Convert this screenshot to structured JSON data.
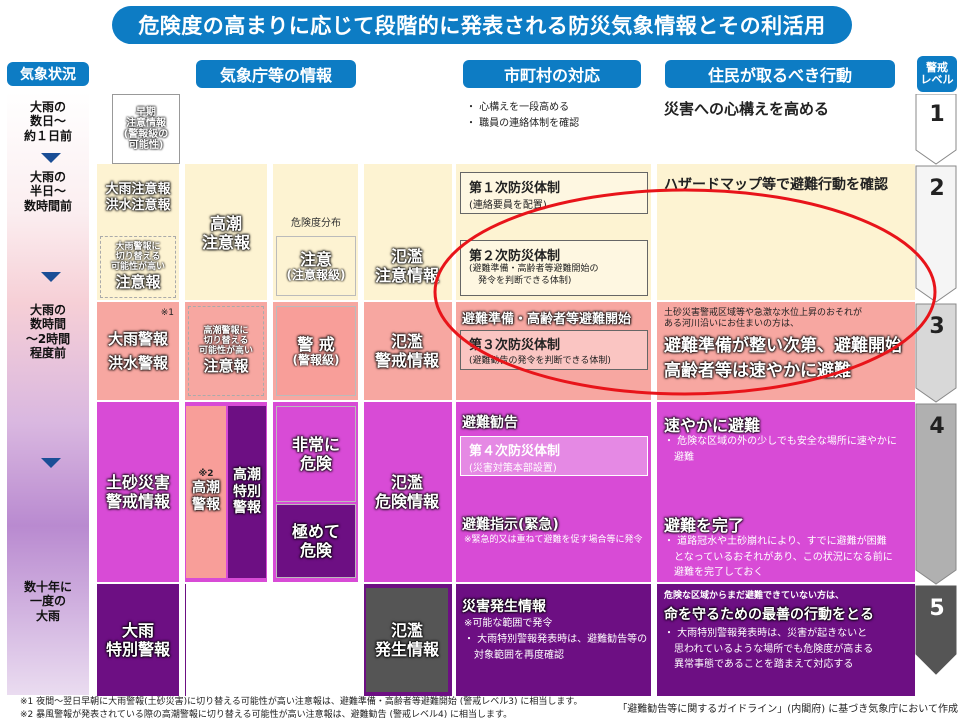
{
  "title": "危険度の高まりに応じて段階的に発表される防災気象情報とその利活用",
  "headers": {
    "situation": "気象状況",
    "jma": "気象庁等の情報",
    "municipality": "市町村の対応",
    "residents": "住民が取るべき行動",
    "level": "警戒\nレベル"
  },
  "situations": [
    "大雨の\n数日～\n約１日前",
    "大雨の\n半日～\n数時間前",
    "大雨の\n数時間\n～2時間\n程度前",
    "数十年に\n一度の\n大雨"
  ],
  "levels": [
    "1",
    "2",
    "3",
    "4",
    "5"
  ],
  "jma": {
    "early": "早期\n注意情報\n(警報級の\n可能性)",
    "heavy_advisory": "大雨注意報\n洪水注意報",
    "storm_small": "大雨警報に\n切り替える\n可能性が高い",
    "storm_advisory": "注意報",
    "tide_advisory": "高潮\n注意報",
    "risk_map": "危険度分布",
    "caution": "注意",
    "caution_sub": "(注意報級)",
    "flood_caution": "氾濫\n注意情報",
    "note1": "※1",
    "heavy_warning": "大雨警報\n洪水警報",
    "tide_small": "高潮警報に\n切り替える\n可能性が高い",
    "tide_advisory2": "注意報",
    "warning": "警 戒",
    "warning_sub": "(警報級)",
    "flood_warning": "氾濫\n警戒情報",
    "sediment_warning": "土砂災害\n警戒情報",
    "note2": "※2",
    "tide_warning": "高潮\n警報",
    "tide_special": "高潮\n特別\n警報",
    "very_high": "非常に\n危険",
    "extreme": "極めて\n危険",
    "flood_danger": "氾濫\n危険情報",
    "heavy_special": "大雨\n特別警報",
    "flood_occur": "氾濫\n発生情報"
  },
  "municipality": {
    "l1_bullets": [
      "・ 心構えを一段高める",
      "・ 職員の連絡体制を確認"
    ],
    "l2a_title": "第１次防災体制",
    "l2a_sub": "(連絡要員を配置)",
    "l2b_title": "第２次防災体制",
    "l2b_sub": "(避難準備・高齢者等避難開始の\n　発令を判断できる体制)",
    "l3_head": "避難準備・高齢者等避難開始",
    "l3_title": "第３次防災体制",
    "l3_sub": "(避難勧告の発令を判断できる体制)",
    "l4_head": "避難勧告",
    "l4_title": "第４次防災体制",
    "l4_sub": "(災害対策本部設置)",
    "l4b_head": "避難指示(緊急)",
    "l4b_note": "※緊急的又は重ねて避難を促す場合等に発令",
    "l5_head": "災害発生情報",
    "l5_note": "※可能な範囲で発令",
    "l5_bullets": [
      "・ 大雨特別警報発表時は、避難勧告等の",
      "　対象範囲を再度確認"
    ]
  },
  "residents": {
    "l1": "災害への心構えを高める",
    "l2": "ハザードマップ等で避難行動を確認",
    "l3_small": "土砂災害警戒区域等や急激な水位上昇のおそれが\nある河川沿いにお住まいの方は、",
    "l3_big": "避難準備が整い次第、避難開始\n高齢者等は速やかに避難",
    "l4_head": "速やかに避難",
    "l4_bullets": [
      "・ 危険な区域の外の少しでも安全な場所に速やかに",
      "　避難"
    ],
    "l4b_head": "避難を完了",
    "l4b_bullets": [
      "・ 道路冠水や土砂崩れにより、すでに避難が困難",
      "　となっているおそれがあり、この状況になる前に",
      "　避難を完了しておく"
    ],
    "l5_small": "危険な区域からまだ避難できていない方は、",
    "l5_head": "命を守るための最善の行動をとる",
    "l5_bullets": [
      "・ 大雨特別警報発表時は、災害が起きないと",
      "　思われているような場所でも危険度が高まる",
      "　異常事態であることを踏まえて対応する"
    ]
  },
  "footnotes": [
    "※1 夜間～翌日早朝に大雨警報(土砂災害)に切り替える可能性が高い注意報は、避難準備・高齢者等避難開始 (警戒レベル3) に相当します。",
    "※2 暴風警報が発表されている際の高潮警報に切り替える可能性が高い注意報は、避難勧告 (警戒レベル4) に相当します。"
  ],
  "source": "「避難勧告等に関するガイドライン」(内閣府) に基づき気象庁において作成",
  "colors": {
    "blue": "#0d7cc4",
    "level1": "#ffffff",
    "level2": "#fdf3d2",
    "level3": "#f89e99",
    "level4": "#d94ed7",
    "level5": "#6d0f83",
    "red_circle": "#e8141a"
  }
}
